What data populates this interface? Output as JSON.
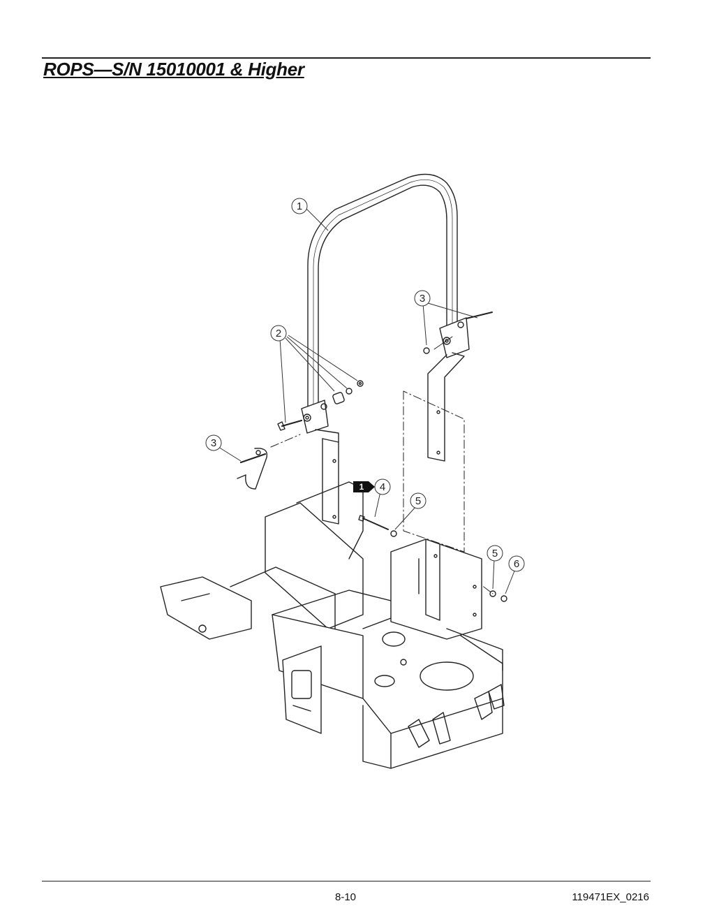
{
  "header": {
    "title": "ROPS—S/N 15010001 & Higher"
  },
  "callouts": [
    {
      "id": "c1",
      "label": "1"
    },
    {
      "id": "c2",
      "label": "2"
    },
    {
      "id": "c3a",
      "label": "3"
    },
    {
      "id": "c3b",
      "label": "3"
    },
    {
      "id": "c4",
      "label": "4"
    },
    {
      "id": "c5a",
      "label": "5"
    },
    {
      "id": "c5b",
      "label": "5"
    },
    {
      "id": "c6",
      "label": "6"
    }
  ],
  "note_flag": {
    "label": "1"
  },
  "footer": {
    "page_number": "8-10",
    "doc_id": "119471EX_0216"
  }
}
